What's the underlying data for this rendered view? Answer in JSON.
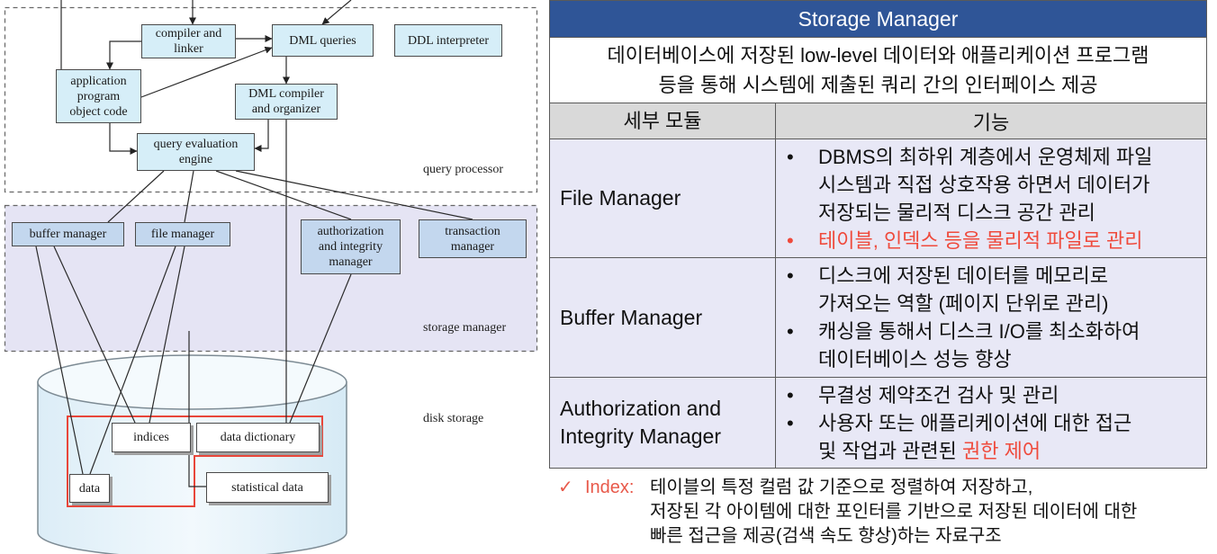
{
  "diagram": {
    "query_processor": {
      "label": "query processor",
      "compiler_linker": "compiler and\nlinker",
      "dml_queries": "DML queries",
      "ddl_interpreter": "DDL interpreter",
      "app_object_code": "application\nprogram\nobject code",
      "dml_compiler": "DML compiler\nand organizer",
      "query_eval_engine": "query evaluation\nengine"
    },
    "storage_manager": {
      "label": "storage manager",
      "buffer_manager": "buffer manager",
      "file_manager": "file manager",
      "auth_integrity_manager": "authorization\nand integrity\nmanager",
      "transaction_manager": "transaction\nmanager"
    },
    "disk_storage": {
      "label": "disk storage",
      "indices": "indices",
      "data_dictionary": "data dictionary",
      "data": "data",
      "statistical_data": "statistical data"
    }
  },
  "table": {
    "title": "Storage Manager",
    "description": "데이터베이스에 저장된 low-level 데이터와 애플리케이션 프로그램\n등을 통해 시스템에 제출된 쿼리 간의 인터페이스 제공",
    "headers": [
      "세부 모듈",
      "기능"
    ],
    "bullet_marker": "•",
    "rows": [
      {
        "module": "File Manager",
        "functions": [
          {
            "text": "DBMS의 최하위 계층에서 운영체제 파일\n시스템과 직접 상호작용 하면서 데이터가\n저장되는 물리적 디스크 공간 관리"
          },
          {
            "highlight": "테이블, 인덱스 등을 물리적 파일로 관리"
          }
        ]
      },
      {
        "module": "Buffer Manager",
        "functions": [
          {
            "text": "디스크에 저장된 데이터를 메모리로\n가져오는 역할 (페이지 단위로 관리)"
          },
          {
            "text": "캐싱을 통해서 디스크 I/O를 최소화하여\n데이터베이스 성능 향상"
          }
        ]
      },
      {
        "module": "Authorization and\nIntegrity Manager",
        "functions": [
          {
            "text": "무결성 제약조건 검사 및 관리"
          },
          {
            "text": "사용자 또는 애플리케이션에 대한 접근\n및 작업과 관련된 ",
            "highlight": "권한 제어"
          }
        ]
      }
    ]
  },
  "note": {
    "marker": "✓",
    "label": "Index:",
    "text": "테이블의 특정 컬럼 값 기준으로 정렬하여 저장하고,\n저장된 각 아이템에 대한 포인터를 기반으로 저장된 데이터에 대한\n빠른 접근을 제공(검색 속도 향상)하는 자료구조"
  },
  "colors": {
    "header_blue": "#2f5597",
    "highlight_red": "#ef4a3c",
    "note_red": "#e8594a",
    "row_lavender": "#e8e8f6",
    "column_header_gray": "#d9d9d9",
    "storage_region_lavender": "#e5e4f4",
    "query_box_cyan": "#d6eef8",
    "storage_box_blue": "#c3d7ee",
    "outline_red": "#e8463a"
  }
}
